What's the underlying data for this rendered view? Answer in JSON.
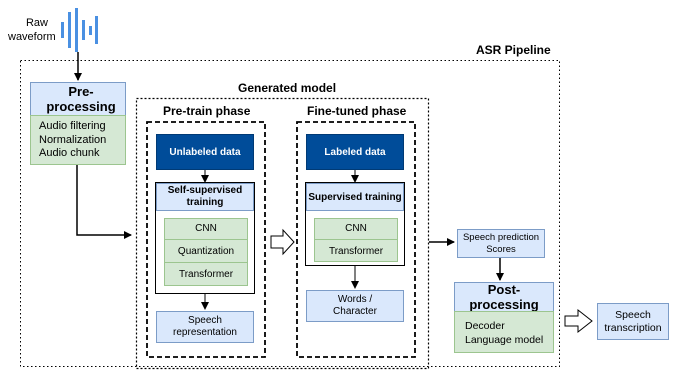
{
  "input": {
    "label": "Raw\nwaveform"
  },
  "pipeline": {
    "title": "ASR Pipeline"
  },
  "preprocessing": {
    "title": "Pre-processing",
    "steps": "Audio filtering\nNormalization\nAudio chunk"
  },
  "generated_model": {
    "title": "Generated model",
    "pretrain": {
      "title": "Pre-train phase",
      "data": "Unlabeled data",
      "training": "Self-supervised\ntraining",
      "layers": [
        "CNN",
        "Quantization",
        "Transformer"
      ],
      "output": "Speech\nrepresentation"
    },
    "finetune": {
      "title": "Fine-tuned phase",
      "data": "Labeled data",
      "training": "Supervised training",
      "layers": [
        "CNN",
        "Transformer"
      ],
      "output": "Words /\nCharacter"
    }
  },
  "prediction": {
    "label": "Speech prediction\nScores"
  },
  "postprocessing": {
    "title": "Post-processing",
    "steps": "Decoder\nLanguage model"
  },
  "output": {
    "label": "Speech\ntranscription"
  },
  "colors": {
    "blue_fill": "#dae8fc",
    "green_fill": "#d5e8d4",
    "navy_fill": "#004c99"
  }
}
